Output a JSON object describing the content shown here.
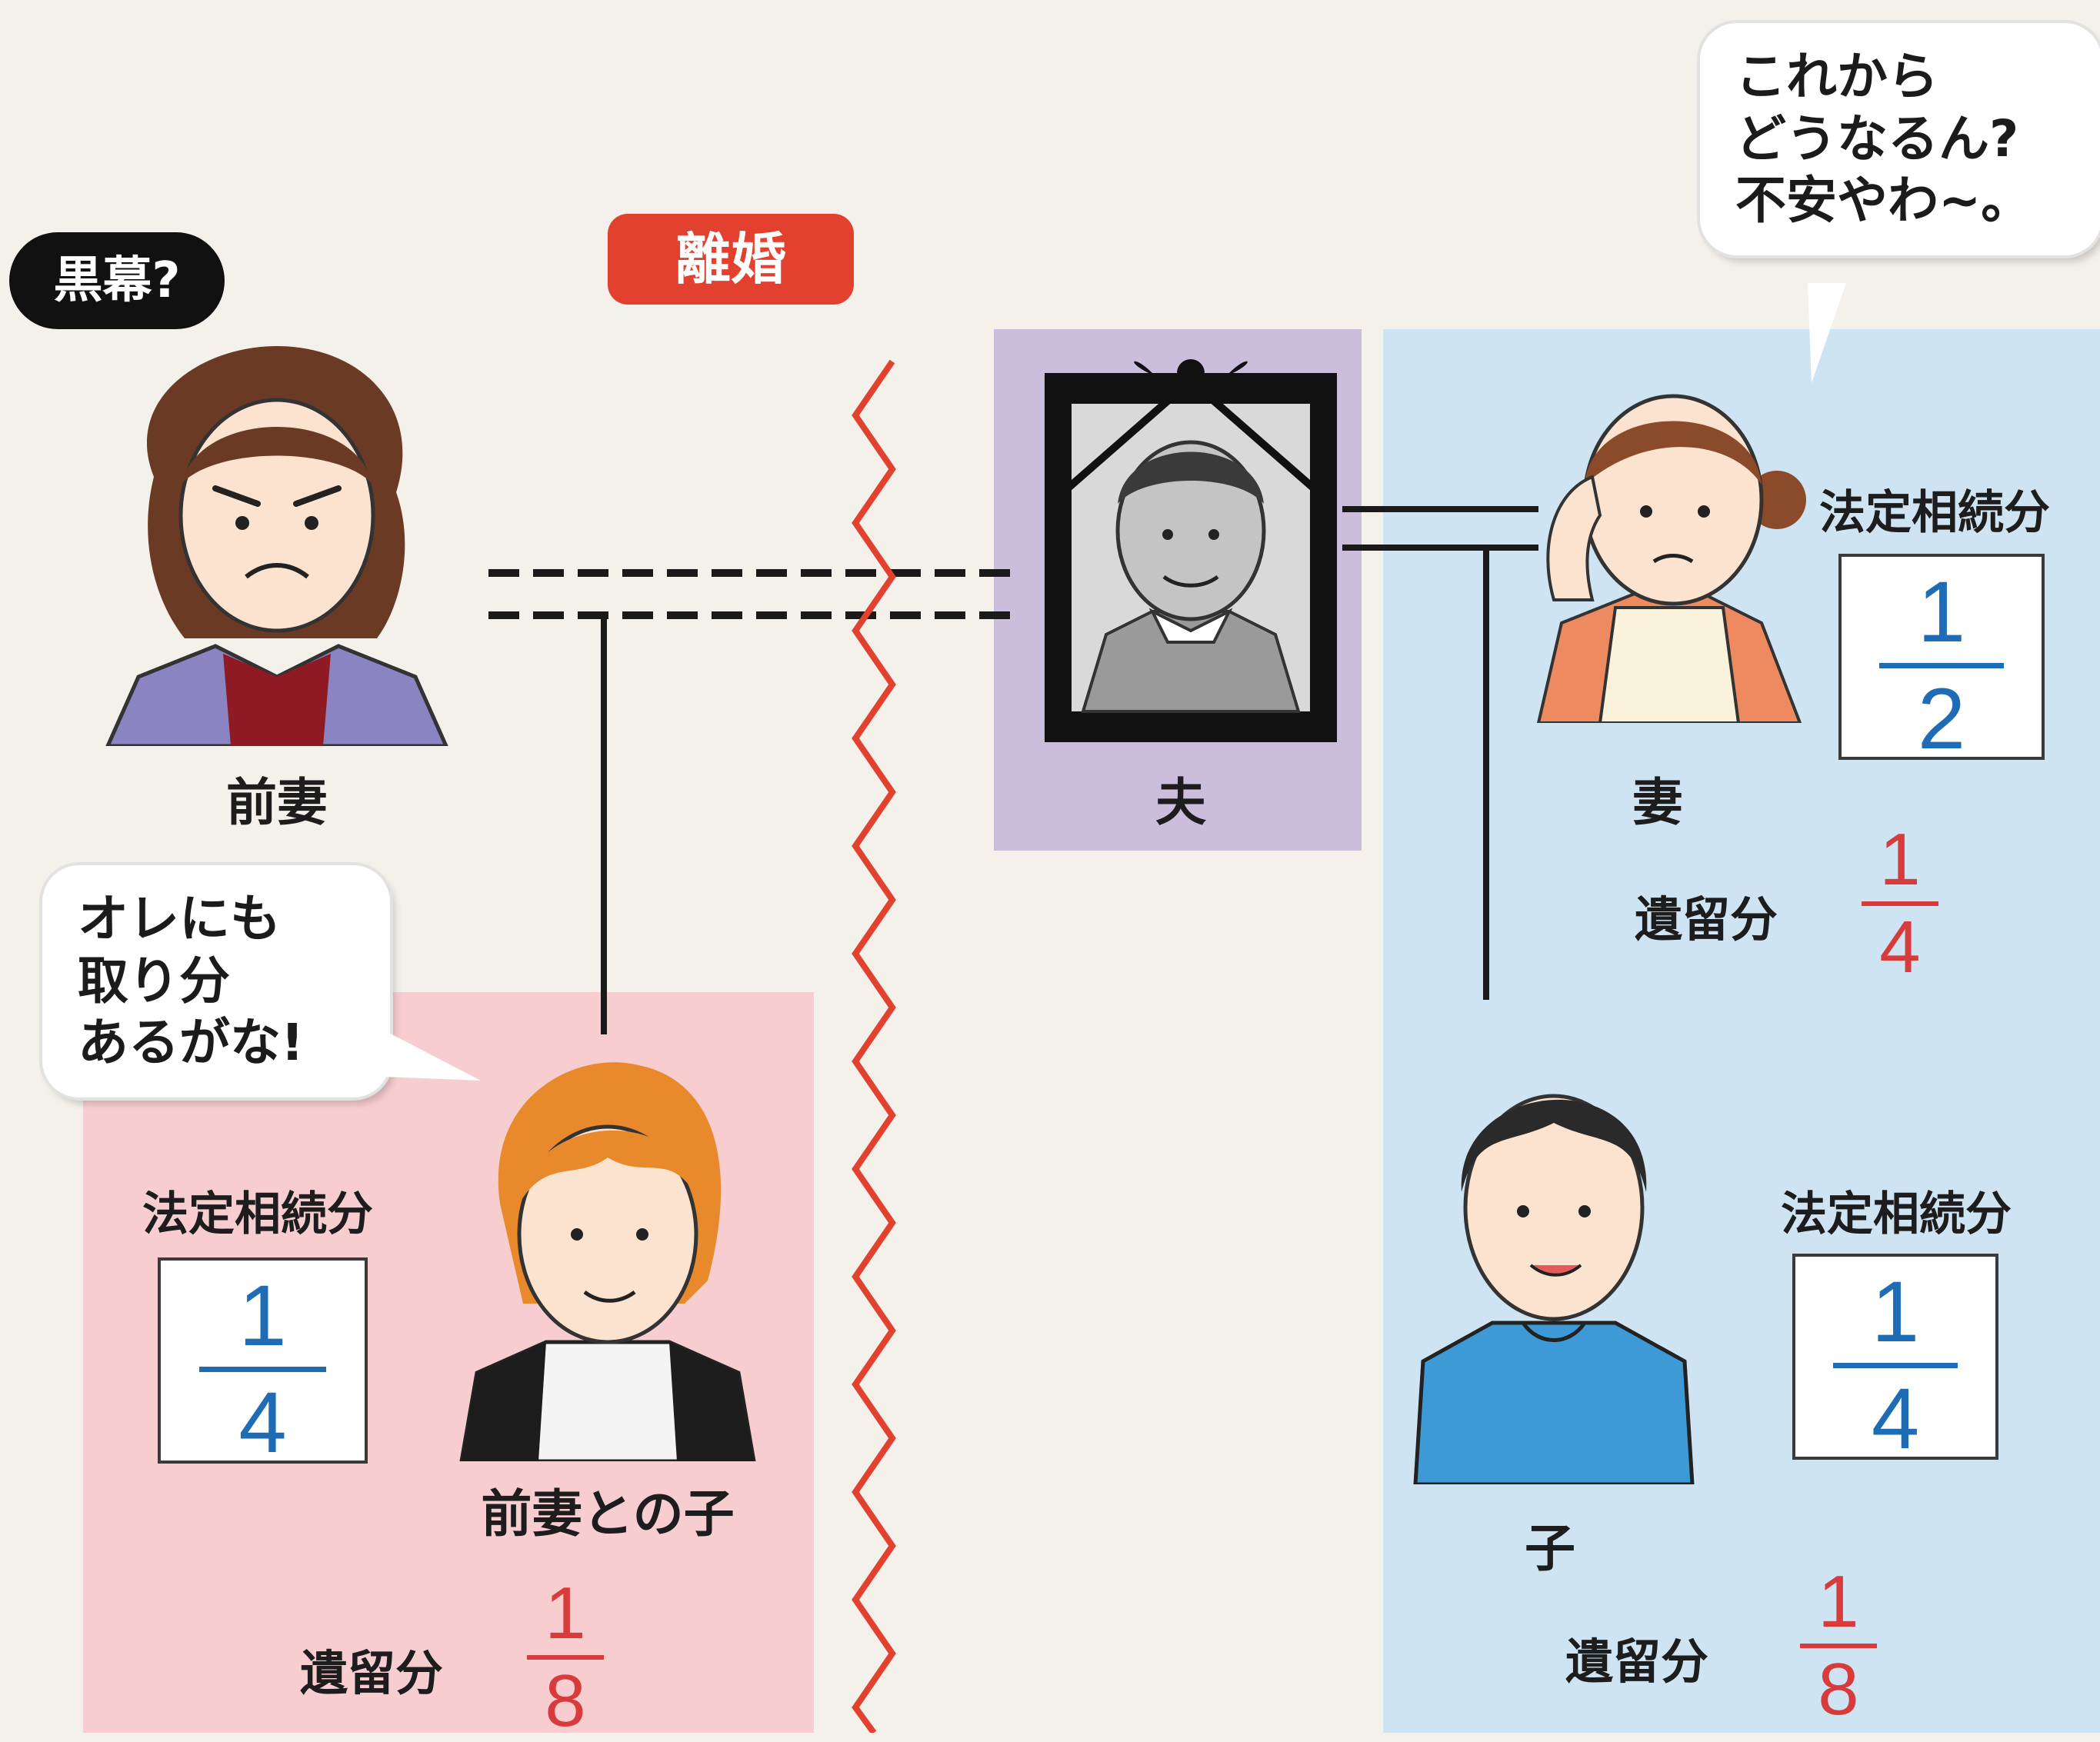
{
  "colors": {
    "accent_red": "#e2412f",
    "fraction_blue": "#1e6cb5",
    "fraction_red": "#d83b3b",
    "panel_pink": "#f7cdd0",
    "panel_blue": "#cfe4f2",
    "panel_purple": "#cbbedd"
  },
  "divorce_tag": "離婚",
  "kuromaku_tag": "黒幕?",
  "people": {
    "ex_wife": {
      "label": "前妻"
    },
    "husband": {
      "label": "夫"
    },
    "wife": {
      "label": "妻"
    },
    "ex_child": {
      "label": "前妻との子"
    },
    "child": {
      "label": "子"
    }
  },
  "bubbles": {
    "wife": [
      "これから",
      "どうなるん?",
      "不安やわ~。"
    ],
    "ex_child": [
      "オレにも",
      "取り分",
      "あるがな!"
    ]
  },
  "shares": {
    "wife": {
      "legal_label": "法定相続分",
      "legal_num": "1",
      "legal_den": "2",
      "reserved_label": "遺留分",
      "reserved_num": "1",
      "reserved_den": "4"
    },
    "ex_child": {
      "legal_label": "法定相続分",
      "legal_num": "1",
      "legal_den": "4",
      "reserved_label": "遺留分",
      "reserved_num": "1",
      "reserved_den": "8"
    },
    "child": {
      "legal_label": "法定相続分",
      "legal_num": "1",
      "legal_den": "4",
      "reserved_label": "遺留分",
      "reserved_num": "1",
      "reserved_den": "8"
    }
  }
}
